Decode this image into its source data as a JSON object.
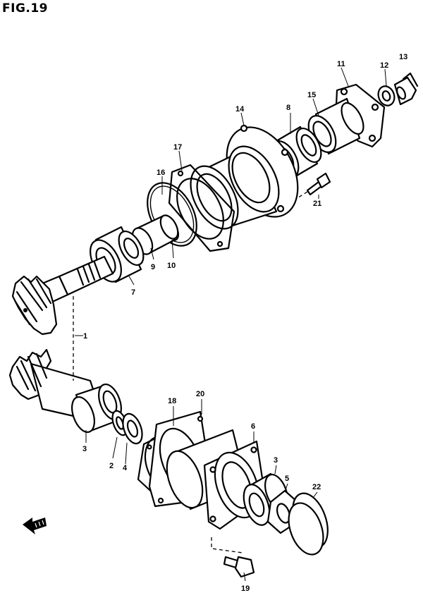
{
  "figure": {
    "title": "FIG.19"
  },
  "parts": [
    {
      "id": "p1",
      "label": "1"
    },
    {
      "id": "p2",
      "label": "2"
    },
    {
      "id": "p3a",
      "label": "3"
    },
    {
      "id": "p3b",
      "label": "3"
    },
    {
      "id": "p4",
      "label": "4"
    },
    {
      "id": "p5",
      "label": "5"
    },
    {
      "id": "p6",
      "label": "6"
    },
    {
      "id": "p7",
      "label": "7"
    },
    {
      "id": "p8",
      "label": "8"
    },
    {
      "id": "p9",
      "label": "9"
    },
    {
      "id": "p10",
      "label": "10"
    },
    {
      "id": "p11",
      "label": "11"
    },
    {
      "id": "p12",
      "label": "12"
    },
    {
      "id": "p13",
      "label": "13"
    },
    {
      "id": "p14",
      "label": "14"
    },
    {
      "id": "p15",
      "label": "15"
    },
    {
      "id": "p16",
      "label": "16"
    },
    {
      "id": "p17",
      "label": "17"
    },
    {
      "id": "p18",
      "label": "18"
    },
    {
      "id": "p19",
      "label": "19"
    },
    {
      "id": "p20",
      "label": "20"
    },
    {
      "id": "p21",
      "label": "21"
    },
    {
      "id": "p22",
      "label": "22"
    }
  ],
  "front_arrow": {
    "icon": "front-arrow-icon"
  }
}
